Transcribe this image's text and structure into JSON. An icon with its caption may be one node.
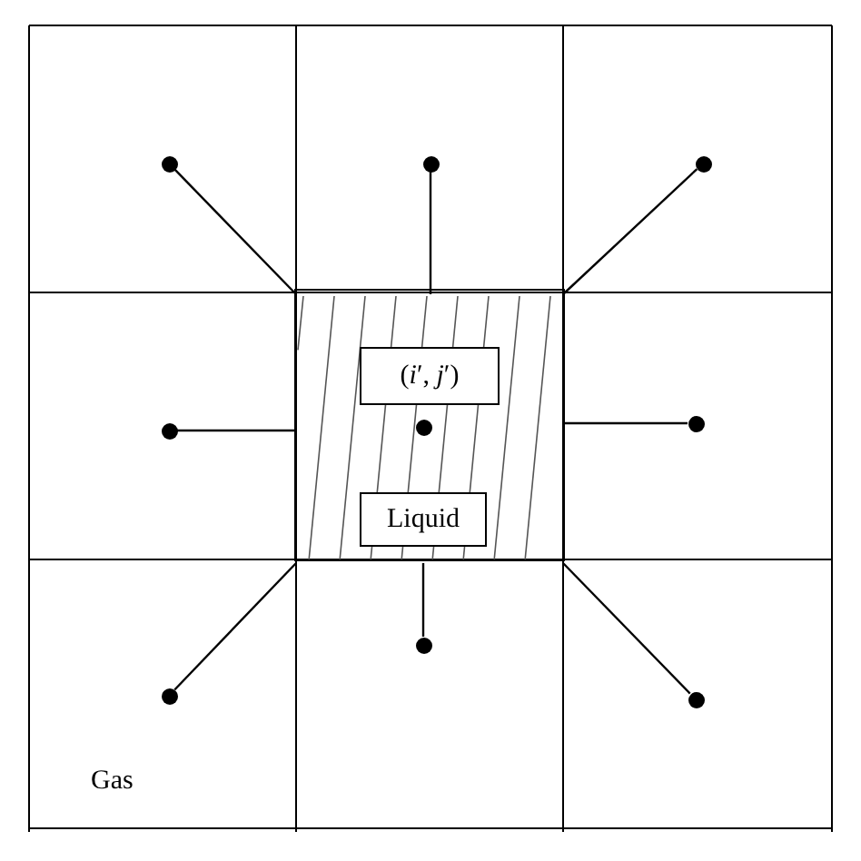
{
  "diagram": {
    "nodes": [
      {
        "text": [],
        "shape": "box"
      },
      {
        "text": [
          "(*i*′, *j*′)"
        ],
        "in": 0
      },
      {
        "text": [
          "Liquid"
        ],
        "in": 0
      },
      {
        "text": [],
        "shape": "circle",
        "in": 0
      },
      {
        "text": [],
        "shape": "circle"
      },
      {
        "text": [],
        "shape": "circle"
      },
      {
        "text": [],
        "shape": "circle"
      },
      {
        "text": [],
        "shape": "circle"
      },
      {
        "text": [],
        "shape": "circle"
      },
      {
        "text": [],
        "shape": "circle"
      },
      {
        "text": [],
        "shape": "circle"
      },
      {
        "text": [],
        "shape": "circle"
      }
    ],
    "edges": [
      {
        "from": 4,
        "to": 0,
        "arrow": "none"
      },
      {
        "from": 5,
        "to": 0,
        "arrow": "none"
      },
      {
        "from": 6,
        "to": 0,
        "arrow": "none"
      },
      {
        "from": 7,
        "to": 0,
        "arrow": "none"
      },
      {
        "from": 8,
        "to": 0,
        "arrow": "none"
      },
      {
        "from": 9,
        "to": 0,
        "arrow": "none"
      },
      {
        "from": 10,
        "to": 0,
        "arrow": "none"
      },
      {
        "from": 11,
        "to": 0,
        "arrow": "none"
      }
    ],
    "labels": [
      "Gas"
    ]
  }
}
